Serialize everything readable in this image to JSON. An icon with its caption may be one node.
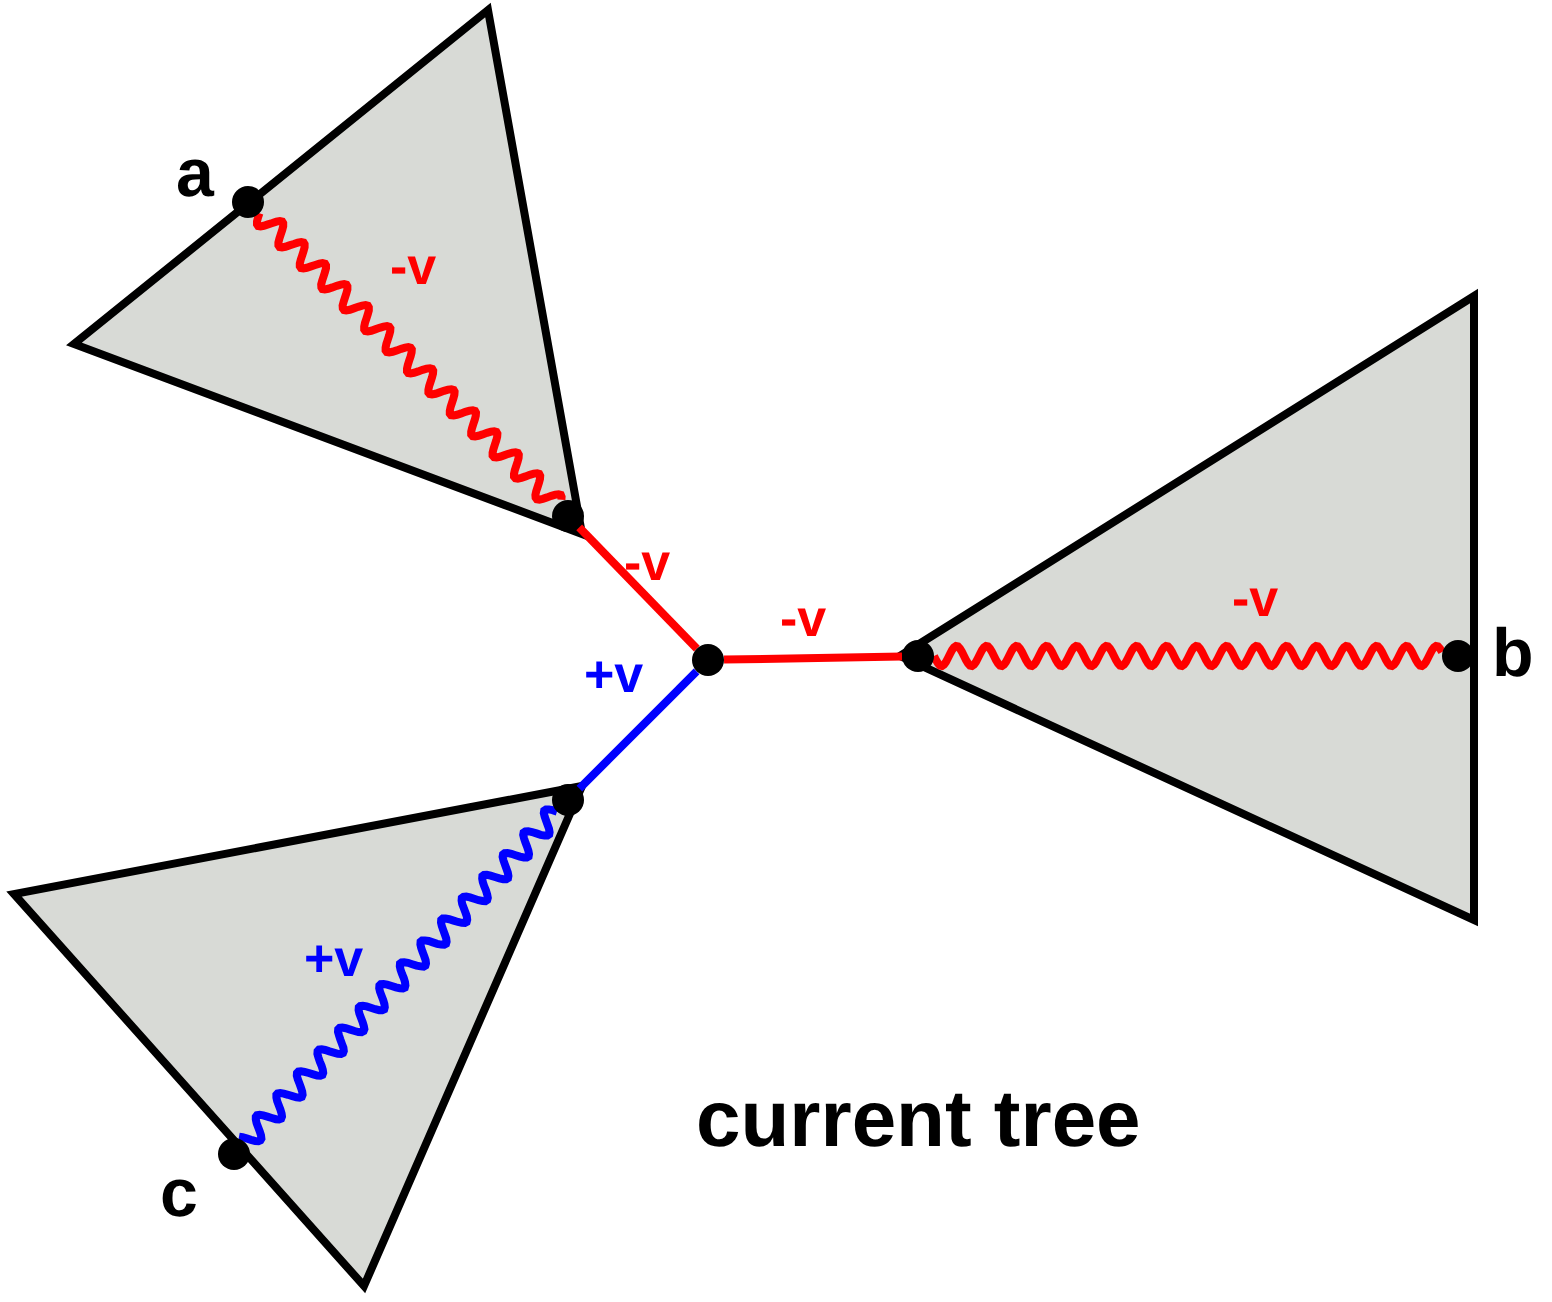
{
  "diagram": {
    "nodes": [
      {
        "text": [],
        "shape": "triangle"
      },
      {
        "text": [],
        "shape": "circle",
        "beside": [
          "a"
        ],
        "in": 0
      },
      {
        "text": [],
        "shape": "circle",
        "in": 0
      },
      {
        "text": [],
        "shape": "circle"
      },
      {
        "text": [],
        "shape": "circle",
        "in": 5
      },
      {
        "text": [],
        "shape": "triangle"
      },
      {
        "text": [],
        "shape": "circle",
        "beside": [
          "b"
        ],
        "in": 5
      },
      {
        "text": [],
        "shape": "circle",
        "in": 8
      },
      {
        "text": [],
        "shape": "triangle"
      },
      {
        "text": [],
        "shape": "circle",
        "beside": [
          "c"
        ],
        "in": 8
      }
    ],
    "edges": [
      {
        "from": 1,
        "to": 2,
        "arrow": "none",
        "label": "-v"
      },
      {
        "from": 2,
        "to": 3,
        "arrow": "none",
        "label": "-v"
      },
      {
        "from": 3,
        "to": 4,
        "arrow": "none",
        "label": "-v"
      },
      {
        "from": 4,
        "to": 6,
        "arrow": "none",
        "label": "-v"
      },
      {
        "from": 3,
        "to": 7,
        "arrow": "none",
        "label": "+v",
        "color": "#0000ff"
      },
      {
        "from": 7,
        "to": 9,
        "arrow": "none",
        "label": "+v",
        "color": "#0000ff"
      }
    ],
    "labels": [
      "current tree"
    ]
  }
}
